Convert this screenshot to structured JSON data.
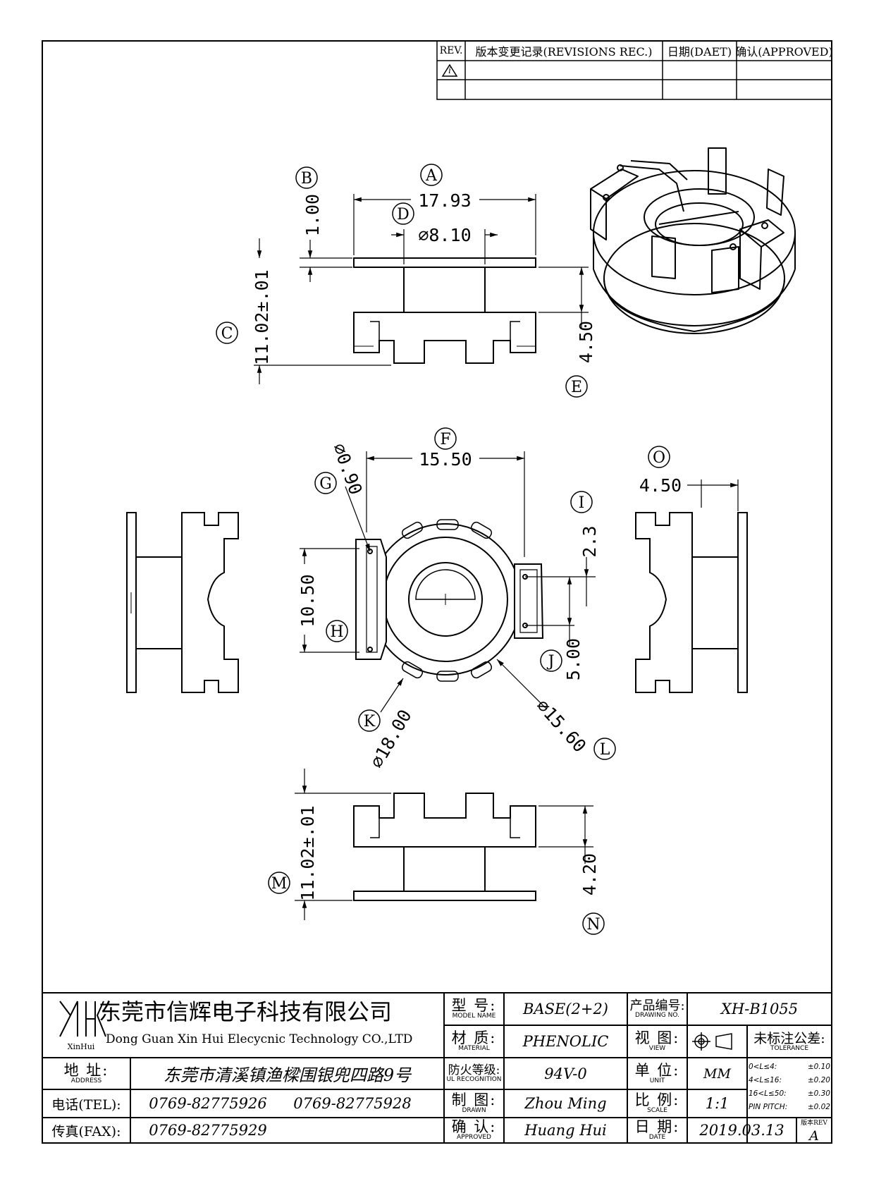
{
  "revision_table": {
    "headers": [
      "REV.",
      "版本变更记录(REVISIONS REC.)",
      "日期(DAET)",
      "确认(APPROVED)"
    ],
    "first_row_rev": "i"
  },
  "views": {
    "labels": [
      "A",
      "B",
      "C",
      "D",
      "E",
      "F",
      "G",
      "H",
      "I",
      "J",
      "K",
      "L",
      "M",
      "N",
      "O"
    ],
    "dimensions": {
      "A": "17.93",
      "B": "1.00",
      "C": "11.02±.01",
      "D": "⌀8.10",
      "E": "4.50",
      "F": "15.50",
      "G": "⌀0.90",
      "H": "10.50",
      "I": "2.3",
      "J": "5.00",
      "K": "⌀18.00",
      "L": "⌀15.60",
      "M": "11.02±.01",
      "N": "4.20",
      "O": "4.50"
    }
  },
  "title_block": {
    "company_cn": "东莞市信辉电子科技有限公司",
    "company_en": "Dong Guan Xin Hui Elecycnic Technology CO.,LTD",
    "logo_text": "XinHui",
    "address_label_cn": "地 址:",
    "address_label_en": "ADDRESS",
    "address": "东莞市清溪镇渔樑围银兜四路9号",
    "tel_label": "电话(TEL):",
    "tel_1": "0769-82775926",
    "tel_2": "0769-82775928",
    "fax_label": "传真(FAX):",
    "fax": "0769-82775929",
    "model_label_cn": "型 号:",
    "model_label_en": "MODEL NAME",
    "model": "BASE(2+2)",
    "material_label_cn": "材 质:",
    "material_label_en": "MATERIAL",
    "material": "PHENOLIC",
    "ul_label_cn": "防火等级:",
    "ul_label_en": "UL RECOGNITION",
    "ul": "94V-0",
    "drawn_label_cn": "制 图:",
    "drawn_label_en": "DRAWN",
    "drawn": "Zhou Ming",
    "approved_label_cn": "确 认:",
    "approved_label_en": "APPROVED",
    "approved": "Huang Hui",
    "drawing_no_label_cn": "产品编号:",
    "drawing_no_label_en": "DRAWING NO.",
    "drawing_no": "XH-B1055",
    "view_label_cn": "视 图:",
    "view_label_en": "VIEW",
    "unit_label_cn": "单 位:",
    "unit_label_en": "UNIT",
    "unit": "MM",
    "scale_label_cn": "比 例:",
    "scale_label_en": "SCALE",
    "scale": "1:1",
    "date_label_cn": "日 期:",
    "date_label_en": "DATE",
    "date": "2019.03.13",
    "tolerance_title_cn": "未标注公差:",
    "tolerance_title_en": "TOLERANCE",
    "tolerance_rows": [
      {
        "range": "0<L≤4:",
        "value": "±0.10"
      },
      {
        "range": "4<L≤16:",
        "value": "±0.20"
      },
      {
        "range": "16<L≤50:",
        "value": "±0.30"
      },
      {
        "range": "PIN PITCH:",
        "value": "±0.02"
      }
    ],
    "rev_label_cn": "版本",
    "rev_label_en": "REV",
    "rev": "A"
  }
}
